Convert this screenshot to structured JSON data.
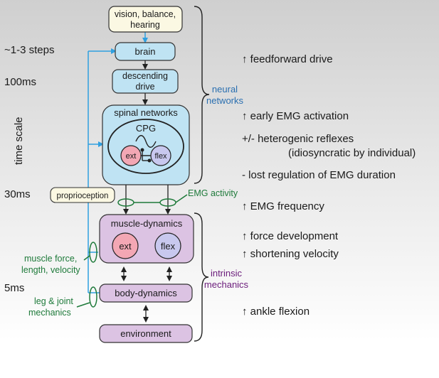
{
  "timescale": {
    "axis_label": "time scale",
    "steps": "~1-3 steps",
    "t100": "100ms",
    "t30": "30ms",
    "t5": "5ms"
  },
  "nodes": {
    "sensory": [
      "vision, balance,",
      "hearing"
    ],
    "brain": "brain",
    "descending": [
      "descending",
      "drive"
    ],
    "spinal": "spinal networks",
    "cpg": "CPG",
    "ext": "ext",
    "flex": "flex",
    "proprioception": "proprioception",
    "muscle": "muscle-dynamics",
    "muscle_ext": "ext",
    "muscle_flex": "flex",
    "body": "body-dynamics",
    "environment": "environment"
  },
  "labels": {
    "emg_activity": "EMG activity",
    "muscle_force": [
      "muscle force,",
      "length, velocity"
    ],
    "leg_joint": [
      "leg & joint",
      "mechanics"
    ],
    "neural_networks": [
      "neural",
      "networks"
    ],
    "intrinsic_mechanics": [
      "intrinsic",
      "mechanics"
    ]
  },
  "effects": {
    "feedforward": "↑ feedforward drive",
    "early_emg": "↑ early EMG activation",
    "heterogenic": "+/- heterogenic reflexes",
    "idiosyncratic": "(idiosyncratic by individual)",
    "lost_regulation": "- lost regulation of EMG duration",
    "emg_frequency": "↑ EMG frequency",
    "force_dev": "↑ force development",
    "shortening": "↑ shortening velocity",
    "ankle": "↑ ankle flexion"
  },
  "colors": {
    "blue_box": "#bfe3f3",
    "sensory_box": "#fbf8e3",
    "purple_box": "#dcc3e3",
    "ext_circle": "#f3a7b4",
    "flex_circle": "#c8c8ee",
    "blue_line": "#2fa0e0",
    "green": "#1e7a3a",
    "purple_text": "#6a1b7a"
  }
}
